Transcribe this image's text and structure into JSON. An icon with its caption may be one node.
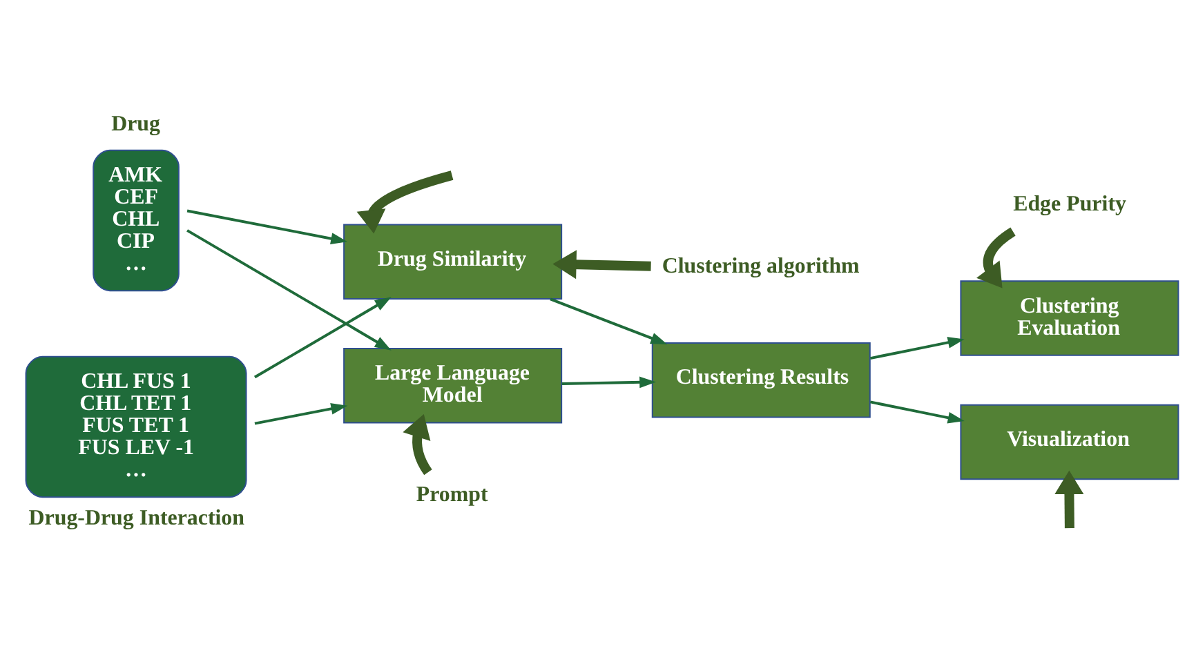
{
  "diagram": {
    "nodes": [
      {
        "text": [
          "Drug",
          "AMK CEF CHL CIP …"
        ]
      },
      {
        "text": [
          "CHL FUS 1 CHL TET 1 FUS TET 1 FUS LEV -1 …",
          "Drug-Drug Interaction"
        ]
      },
      {
        "text": [
          "Drug Similarity"
        ]
      },
      {
        "text": [
          "Large Language Model"
        ]
      },
      {
        "text": [
          "Clustering algorithm"
        ]
      },
      {
        "text": [
          "Prompt"
        ]
      },
      {
        "text": [
          "Clustering Results"
        ]
      },
      {
        "text": [
          "Edge Purity"
        ]
      },
      {
        "text": [
          "Clustering Evaluation"
        ]
      },
      {
        "text": [
          "Visualization"
        ]
      }
    ],
    "edges": [
      {
        "from": 0,
        "to": 2,
        "arrow": "to"
      },
      {
        "from": 0,
        "to": 3,
        "arrow": "to"
      },
      {
        "from": 1,
        "to": 2,
        "arrow": "to"
      },
      {
        "from": 1,
        "to": 3,
        "arrow": "to"
      },
      {
        "from": null,
        "to": 2,
        "arrow": "to",
        "style": "thick",
        "color": "#3d5c24"
      },
      {
        "from": 4,
        "to": 2,
        "arrow": "to",
        "style": "thick",
        "color": "#3d5c24"
      },
      {
        "from": 5,
        "to": 3,
        "arrow": "to",
        "style": "thick",
        "color": "#3d5c24"
      },
      {
        "from": 2,
        "to": 6,
        "arrow": "to"
      },
      {
        "from": 3,
        "to": 6,
        "arrow": "to"
      },
      {
        "from": 6,
        "to": 8,
        "arrow": "to"
      },
      {
        "from": 6,
        "to": 9,
        "arrow": "to"
      },
      {
        "from": 7,
        "to": 8,
        "arrow": "to",
        "style": "thick",
        "color": "#3d5c24"
      },
      {
        "from": null,
        "to": 9,
        "arrow": "to",
        "style": "thick",
        "color": "#3d5c24"
      }
    ]
  }
}
